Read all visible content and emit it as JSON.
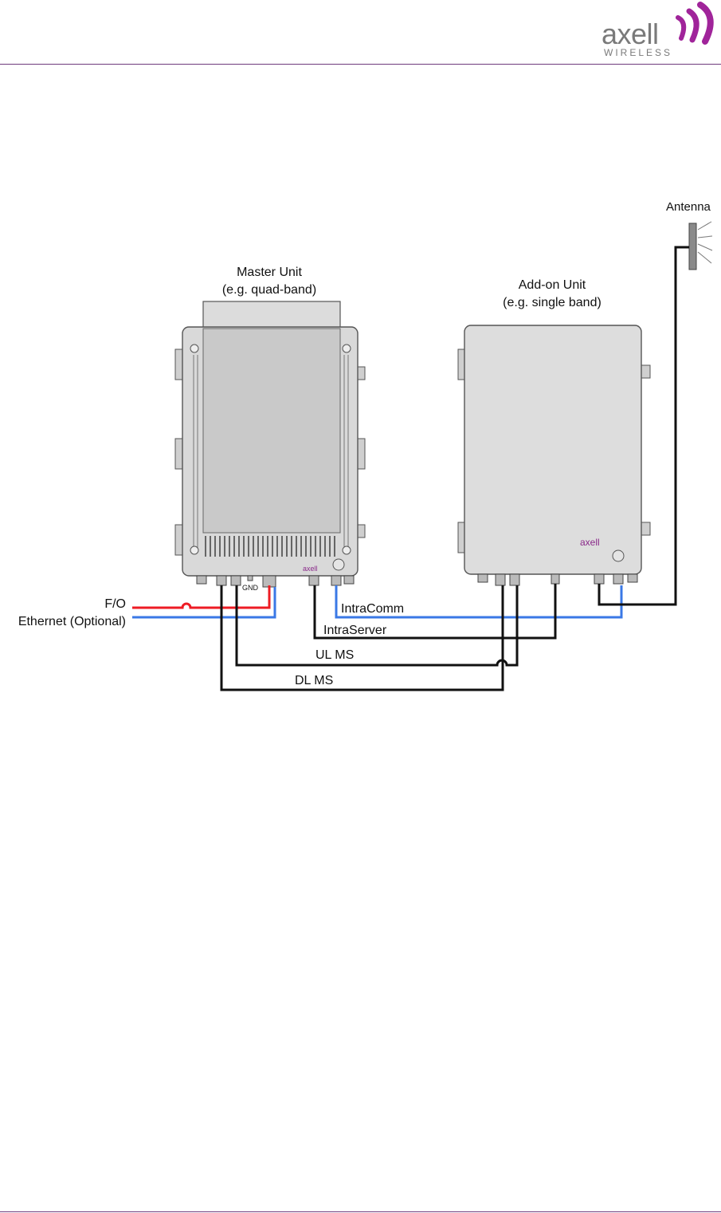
{
  "header": {
    "logo_word": "axell",
    "logo_subtitle": "WIRELESS",
    "brand_color": "#6e3a7c",
    "logo_accent": "#a0249a"
  },
  "diagram": {
    "master_unit": {
      "title": "Master Unit",
      "subtitle": "(e.g. quad-band)",
      "gnd_label": "GND"
    },
    "addon_unit": {
      "title": "Add-on Unit",
      "subtitle": "(e.g. single band)"
    },
    "antenna_label": "Antenna",
    "connections": {
      "fo": "F/O",
      "ethernet": "Ethernet (Optional)",
      "intracomm": "IntraComm",
      "intraserver": "IntraServer",
      "ul_ms": "UL MS",
      "dl_ms": "DL MS"
    },
    "colors": {
      "fo_cable": "#ee1c24",
      "ethernet_cable": "#3a78e6",
      "black_cable": "#111111",
      "unit_body": "#d9d9d9",
      "unit_outline": "#555555"
    }
  }
}
